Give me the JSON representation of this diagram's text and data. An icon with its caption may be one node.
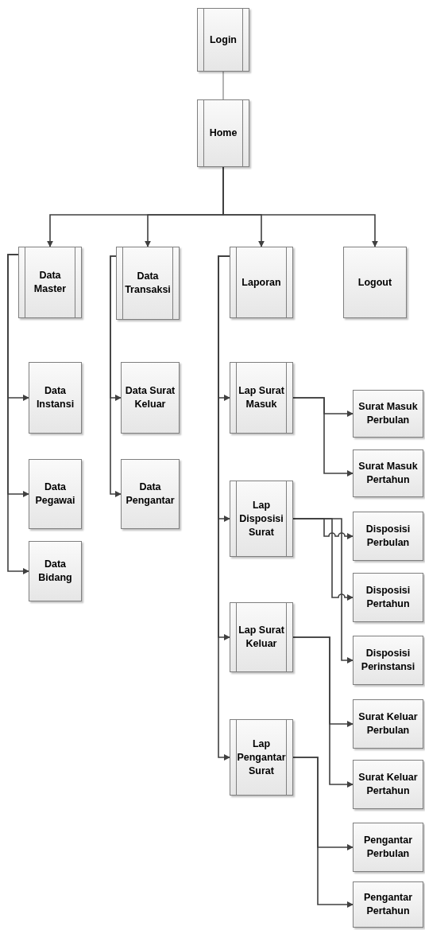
{
  "diagram": {
    "nodes": [
      {
        "text": [
          "Login"
        ]
      },
      {
        "text": [
          "Home"
        ]
      },
      {
        "text": [
          "Data Master"
        ]
      },
      {
        "text": [
          "Data Transaksi"
        ]
      },
      {
        "text": [
          "Laporan"
        ]
      },
      {
        "text": [
          "Logout"
        ]
      },
      {
        "text": [
          "Data Instansi"
        ]
      },
      {
        "text": [
          "Data Pegawai"
        ]
      },
      {
        "text": [
          "Data Bidang"
        ]
      },
      {
        "text": [
          "Data Surat Keluar"
        ]
      },
      {
        "text": [
          "Data Pengantar"
        ]
      },
      {
        "text": [
          "Lap Surat Masuk"
        ]
      },
      {
        "text": [
          "Lap Disposisi Surat"
        ]
      },
      {
        "text": [
          "Lap Surat Keluar"
        ]
      },
      {
        "text": [
          "Lap Pengantar Surat"
        ]
      },
      {
        "text": [
          "Surat Masuk Perbulan"
        ]
      },
      {
        "text": [
          "Surat Masuk Pertahun"
        ]
      },
      {
        "text": [
          "Disposisi Perbulan"
        ]
      },
      {
        "text": [
          "Disposisi Pertahun"
        ]
      },
      {
        "text": [
          "Disposisi Perinstansi"
        ]
      },
      {
        "text": [
          "Surat Keluar Perbulan"
        ]
      },
      {
        "text": [
          "Surat Keluar Pertahun"
        ]
      },
      {
        "text": [
          "Pengantar Perbulan"
        ]
      },
      {
        "text": [
          "Pengantar Pertahun"
        ]
      }
    ],
    "edges": [
      {
        "from": 0,
        "to": 1,
        "arrow": "none",
        "color": "#a0a0a0"
      },
      {
        "from": 1,
        "to": 2,
        "arrow": "to"
      },
      {
        "from": 1,
        "to": 3,
        "arrow": "to"
      },
      {
        "from": 1,
        "to": 4,
        "arrow": "to"
      },
      {
        "from": 1,
        "to": 5,
        "arrow": "to"
      },
      {
        "from": 2,
        "to": 6,
        "arrow": "to"
      },
      {
        "from": 2,
        "to": 7,
        "arrow": "to"
      },
      {
        "from": 2,
        "to": 8,
        "arrow": "to"
      },
      {
        "from": 3,
        "to": 9,
        "arrow": "to"
      },
      {
        "from": 3,
        "to": 10,
        "arrow": "to"
      },
      {
        "from": 4,
        "to": 11,
        "arrow": "to"
      },
      {
        "from": 4,
        "to": 12,
        "arrow": "to"
      },
      {
        "from": 4,
        "to": 13,
        "arrow": "to"
      },
      {
        "from": 4,
        "to": 14,
        "arrow": "to"
      },
      {
        "from": 11,
        "to": 15,
        "arrow": "to"
      },
      {
        "from": 11,
        "to": 16,
        "arrow": "to"
      },
      {
        "from": 12,
        "to": 17,
        "arrow": "to"
      },
      {
        "from": 12,
        "to": 18,
        "arrow": "to"
      },
      {
        "from": 12,
        "to": 19,
        "arrow": "to"
      },
      {
        "from": 13,
        "to": 20,
        "arrow": "to"
      },
      {
        "from": 13,
        "to": 21,
        "arrow": "to"
      },
      {
        "from": 14,
        "to": 22,
        "arrow": "to"
      },
      {
        "from": 14,
        "to": 23,
        "arrow": "to"
      }
    ]
  }
}
